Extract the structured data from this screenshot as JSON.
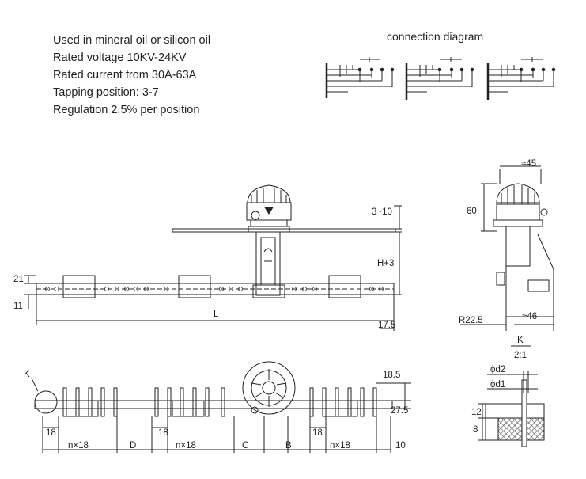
{
  "specs": {
    "line1": "Used in mineral oil or silicon oil",
    "line2": "Rated voltage 10KV-24KV",
    "line3": "Rated current from 30A-63A",
    "line4": "Tapping position: 3-7",
    "line5": "Regulation 2.5% per position"
  },
  "connection_title": "connection diagram",
  "front_view": {
    "dim_top": "3~10",
    "dim_h": "H+3",
    "dim_21": "21",
    "dim_11": "11",
    "dim_l": "L",
    "dim_17_5": "17.5"
  },
  "side_view": {
    "dim_45": "≈45",
    "dim_60": "60",
    "dim_r": "R22.5",
    "dim_46": "≈46"
  },
  "top_view": {
    "label_k": "K",
    "dim_18_5": "18.5",
    "dim_27_5": "27.5",
    "dim_18a": "18",
    "dim_18b": "18",
    "dim_18c": "18",
    "dim_nx18a": "n×18",
    "dim_d": "D",
    "dim_nx18b": "n×18",
    "dim_c": "C",
    "dim_b": "B",
    "dim_nx18c": "n×18",
    "dim_10": "10"
  },
  "detail_k": {
    "title": "K",
    "scale": "2:1",
    "dim_d2": "ϕd2",
    "dim_d1": "ϕd1",
    "dim_12": "12",
    "dim_8": "8"
  }
}
